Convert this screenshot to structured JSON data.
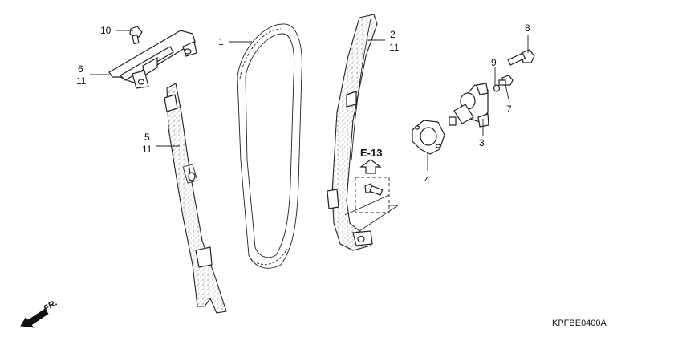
{
  "diagram": {
    "drawing_code": "KPFBE0400A",
    "reference": "E-13",
    "direction_label": "FR.",
    "callouts": [
      {
        "id": "c1",
        "lines": [
          "1"
        ]
      },
      {
        "id": "c2",
        "lines": [
          "2",
          "11"
        ]
      },
      {
        "id": "c3",
        "lines": [
          "3"
        ]
      },
      {
        "id": "c4",
        "lines": [
          "4"
        ]
      },
      {
        "id": "c5",
        "lines": [
          "5",
          "11"
        ]
      },
      {
        "id": "c6",
        "lines": [
          "6",
          "11"
        ]
      },
      {
        "id": "c7",
        "lines": [
          "7"
        ]
      },
      {
        "id": "c8",
        "lines": [
          "8"
        ]
      },
      {
        "id": "c9",
        "lines": [
          "9"
        ]
      },
      {
        "id": "c10",
        "lines": [
          "10"
        ]
      }
    ]
  }
}
